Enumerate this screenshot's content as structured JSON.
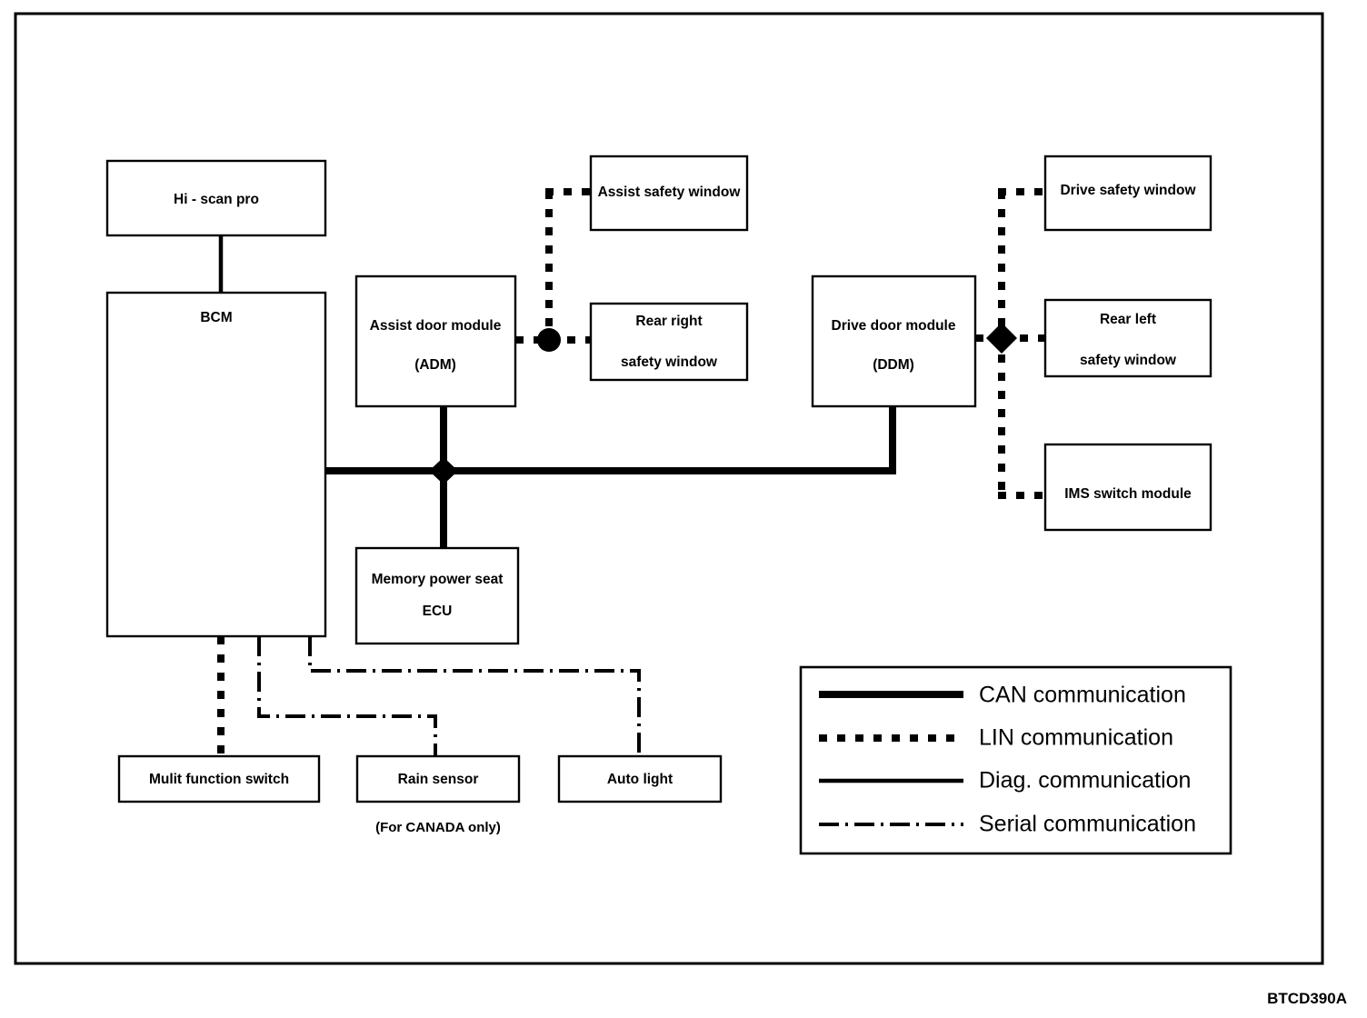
{
  "diagram": {
    "caption": "BTCD390A",
    "note": "(For CANADA only)",
    "boxes": {
      "hi_scan_pro": "Hi - scan pro",
      "bcm": "BCM",
      "adm_line1": "Assist door module",
      "adm_line2": "(ADM)",
      "ddm_line1": "Drive door module",
      "ddm_line2": "(DDM)",
      "assist_safety_window": "Assist safety window",
      "rear_right_line1": "Rear right",
      "rear_right_line2": "safety window",
      "drive_safety_window": "Drive safety window",
      "rear_left_line1": "Rear left",
      "rear_left_line2": "safety window",
      "ims_switch_module": "IMS switch module",
      "memory_power_seat_line1": "Memory power seat",
      "memory_power_seat_line2": "ECU",
      "multi_function_switch": "Mulit function switch",
      "rain_sensor": "Rain sensor",
      "auto_light": "Auto light"
    },
    "legend": {
      "can": "CAN communication",
      "lin": "LIN communication",
      "diag": "Diag. communication",
      "serial": "Serial communication"
    },
    "colors": {
      "line": "#000000",
      "background": "#ffffff",
      "box_fill": "#ffffff"
    }
  }
}
